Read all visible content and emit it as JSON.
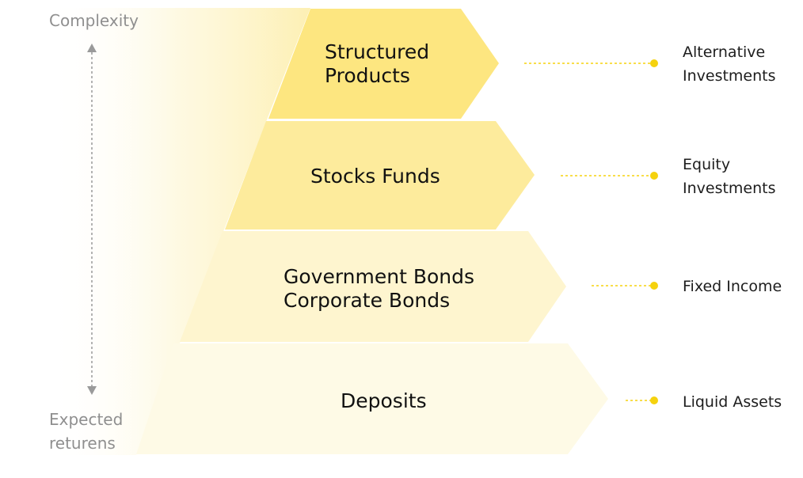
{
  "axis": {
    "top_label": "Complexity",
    "bottom_label": "Expected\nreturens"
  },
  "tiers": [
    {
      "label": "Structured\nProducts",
      "category": "Alternative\nInvestments",
      "fill": "#fde680"
    },
    {
      "label": "Stocks Funds",
      "category": "Equity\nInvestments",
      "fill": "#fdeb9c"
    },
    {
      "label": "Government Bonds\nCorporate Bonds",
      "category": "Fixed  Income",
      "fill": "#fef5cf"
    },
    {
      "label": "Deposits",
      "category": "Liquid  Assets",
      "fill": "#fefae6"
    }
  ],
  "colors": {
    "connector": "#f5d20e",
    "axis_line": "#9a9a9a",
    "glow": "#fdf0b6"
  }
}
